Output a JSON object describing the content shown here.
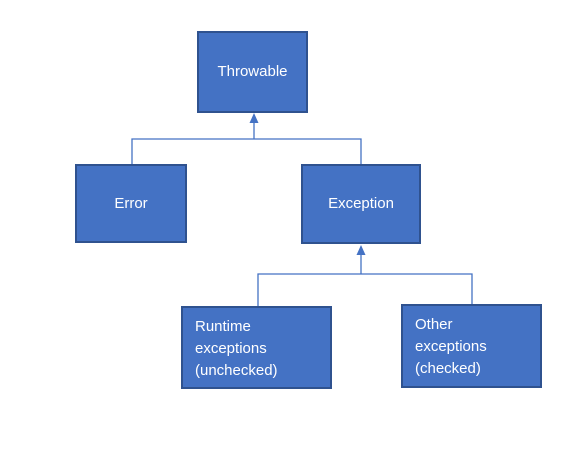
{
  "diagram": {
    "nodes": {
      "throwable": {
        "lines": [
          "Throwable"
        ]
      },
      "error": {
        "lines": [
          "Error"
        ]
      },
      "exception": {
        "lines": [
          "Exception"
        ]
      },
      "runtime": {
        "lines": [
          "Runtime",
          "exceptions",
          "(unchecked)"
        ]
      },
      "other": {
        "lines": [
          "Other",
          "exceptions",
          "(checked)"
        ]
      }
    },
    "edges": [
      {
        "from": "error",
        "to": "throwable"
      },
      {
        "from": "exception",
        "to": "throwable"
      },
      {
        "from": "runtime",
        "to": "exception"
      },
      {
        "from": "other",
        "to": "exception"
      }
    ],
    "colors": {
      "box_fill": "#4472c4",
      "box_border": "#2f528f",
      "text": "#ffffff",
      "connector": "#4472c4"
    }
  }
}
